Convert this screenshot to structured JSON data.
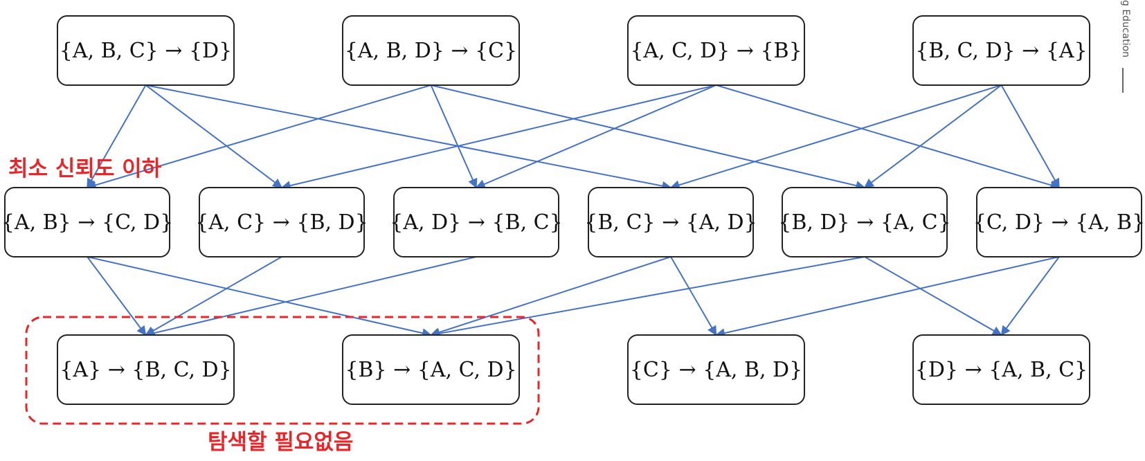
{
  "colors": {
    "edge": "#4472C4",
    "highlight": "#E8262A",
    "node_border": "#222222",
    "node_text": "#111111"
  },
  "annotations": {
    "below_min_confidence": "최소 신뢰도 이하",
    "no_search_needed": "탐색할 필요없음"
  },
  "side_label": "g Education",
  "levels": [
    {
      "nodes": [
        {
          "id": "ABC_D",
          "label": "{A, B, C} → {D}"
        },
        {
          "id": "ABD_C",
          "label": "{A, B, D} → {C}"
        },
        {
          "id": "ACD_B",
          "label": "{A, C, D} → {B}"
        },
        {
          "id": "BCD_A",
          "label": "{B, C, D} → {A}"
        }
      ]
    },
    {
      "nodes": [
        {
          "id": "AB_CD",
          "label": "{A, B} → {C, D}"
        },
        {
          "id": "AC_BD",
          "label": "{A, C} → {B, D}"
        },
        {
          "id": "AD_BC",
          "label": "{A, D} → {B, C}"
        },
        {
          "id": "BC_AD",
          "label": "{B, C} → {A, D}"
        },
        {
          "id": "BD_AC",
          "label": "{B, D} → {A, C}"
        },
        {
          "id": "CD_AB",
          "label": "{C, D} → {A, B}"
        }
      ]
    },
    {
      "nodes": [
        {
          "id": "A_BCD",
          "label": "{A} → {B, C, D}"
        },
        {
          "id": "B_ACD",
          "label": "{B} → {A, C, D}"
        },
        {
          "id": "C_ABD",
          "label": "{C} → {A, B, D}"
        },
        {
          "id": "D_ABC",
          "label": "{D} → {A, B, C}"
        }
      ]
    }
  ],
  "edges": [
    [
      "ABC_D",
      "AB_CD"
    ],
    [
      "ABC_D",
      "AC_BD"
    ],
    [
      "ABC_D",
      "BC_AD"
    ],
    [
      "ABD_C",
      "AB_CD"
    ],
    [
      "ABD_C",
      "AD_BC"
    ],
    [
      "ABD_C",
      "BD_AC"
    ],
    [
      "ACD_B",
      "AC_BD"
    ],
    [
      "ACD_B",
      "AD_BC"
    ],
    [
      "ACD_B",
      "CD_AB"
    ],
    [
      "BCD_A",
      "BC_AD"
    ],
    [
      "BCD_A",
      "BD_AC"
    ],
    [
      "BCD_A",
      "CD_AB"
    ],
    [
      "AB_CD",
      "A_BCD"
    ],
    [
      "AB_CD",
      "B_ACD"
    ],
    [
      "AC_BD",
      "A_BCD"
    ],
    [
      "AD_BC",
      "A_BCD"
    ],
    [
      "BC_AD",
      "B_ACD"
    ],
    [
      "BC_AD",
      "C_ABD"
    ],
    [
      "BD_AC",
      "B_ACD"
    ],
    [
      "BD_AC",
      "D_ABC"
    ],
    [
      "CD_AB",
      "C_ABD"
    ],
    [
      "CD_AB",
      "D_ABC"
    ]
  ]
}
